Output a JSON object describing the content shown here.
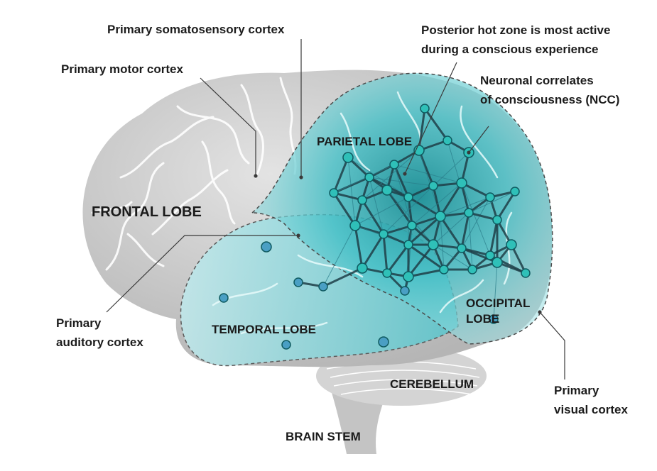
{
  "callouts": {
    "somatosensory": "Primary somatosensory cortex",
    "motor": "Primary motor cortex",
    "hot_zone": [
      "Posterior hot zone is most active",
      "during a conscious experience"
    ],
    "ncc": [
      "Neuronal correlates",
      "of consciousness (NCC)"
    ],
    "auditory": [
      "Primary",
      "auditory cortex"
    ],
    "visual": [
      "Primary",
      "visual cortex"
    ]
  },
  "regions": {
    "frontal": "FRONTAL LOBE",
    "parietal": "PARIETAL LOBE",
    "temporal": "TEMPORAL LOBE",
    "occipital": [
      "OCCIPITAL",
      "LOBE"
    ],
    "cerebellum": "CEREBELLUM",
    "brain_stem": "BRAIN STEM"
  },
  "colors": {
    "brain": "#c9c9c9",
    "hot_zone": "#3fb9c2",
    "connections": "#1f3f48",
    "nodes": "#2fc0b8"
  }
}
